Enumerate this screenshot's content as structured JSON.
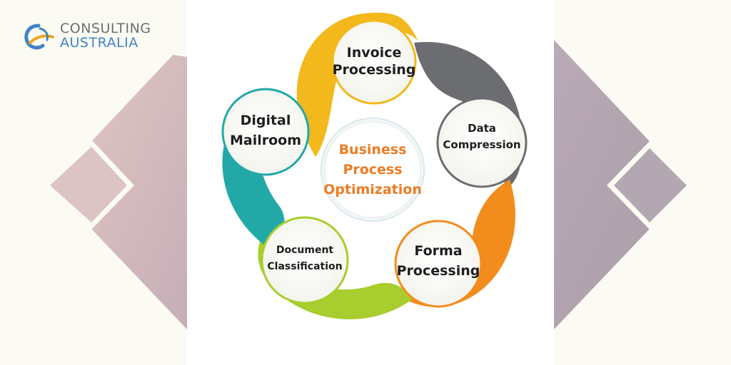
{
  "logo": {
    "line1": "CONSULTING",
    "line2": "AUSTRALIA"
  },
  "center": {
    "lines": [
      "Business",
      "Process",
      "Optimization"
    ],
    "color": "#ec7c24"
  },
  "nodes": [
    {
      "lines": [
        "Invoice",
        "Processing"
      ],
      "color": "#f2b81c"
    },
    {
      "lines": [
        "Data",
        "Compression"
      ],
      "color": "#6c6d70"
    },
    {
      "lines": [
        "Forma",
        "Processing"
      ],
      "color": "#f28c1c"
    },
    {
      "lines": [
        "Document",
        "Classification"
      ],
      "color": "#a8cd2e"
    },
    {
      "lines": [
        "Digital",
        "Mailroom"
      ],
      "color": "#23a8a8"
    }
  ]
}
